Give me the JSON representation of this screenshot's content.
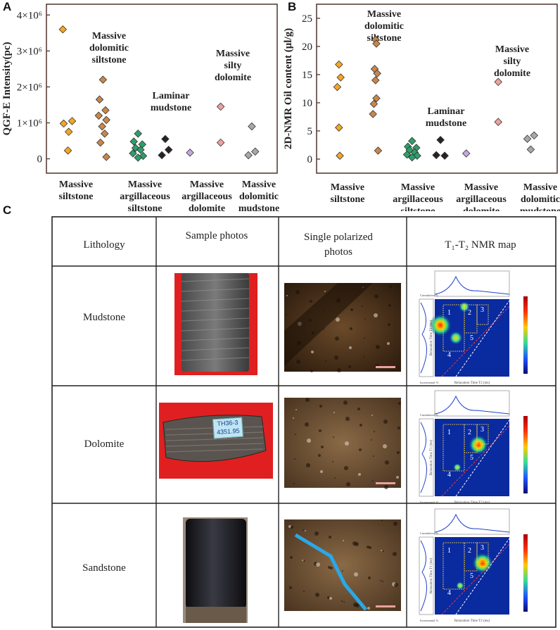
{
  "panel_letters": {
    "a": "A",
    "b": "B",
    "c": "C"
  },
  "chart_data": [
    {
      "type": "scatter",
      "panel": "A",
      "ylabel": "QGF-E Intensity(pc)",
      "ylim": [
        -400000,
        4300000
      ],
      "y_ticks": [
        0,
        1000000,
        2000000,
        3000000,
        4000000
      ],
      "y_tick_labels": [
        "0",
        "1×10⁶",
        "2×10⁶",
        "3×10⁶",
        "4×10⁶"
      ],
      "categories": [
        "Massive siltstone",
        "Massive dolomitic siltstone",
        "Massive argillaceous siltstone",
        "Laminar mudstone",
        "Massive argillaceous dolomite",
        "Massive silty dolomite",
        "Massive dolomitic mudstone"
      ],
      "category_labels": [
        [
          "Massive",
          "siltstone"
        ],
        [
          "Massive",
          "argillaceous",
          "siltstone"
        ],
        [
          "Massive",
          "argillaceous",
          "dolomite"
        ],
        [
          "Massive",
          "dolomitic",
          "mudstone"
        ]
      ],
      "annotations": [
        [
          "Massive",
          "dolomitic",
          "siltstone"
        ],
        [
          "Laminar",
          "mudstone"
        ],
        [
          "Massive",
          "silty",
          "dolomite"
        ]
      ],
      "series": [
        {
          "name": "Massive siltstone",
          "color": "#f5a623",
          "points": [
            [
              -0.12,
              3600000
            ],
            [
              0.1,
              1050000
            ],
            [
              -0.1,
              980000
            ],
            [
              0.02,
              750000
            ],
            [
              0.0,
              230000
            ]
          ]
        },
        {
          "name": "Massive dolomitic siltstone",
          "color": "#c8874a",
          "points": [
            [
              0.0,
              2200000
            ],
            [
              -0.08,
              1650000
            ],
            [
              0.06,
              1350000
            ],
            [
              -0.1,
              1200000
            ],
            [
              0.08,
              1080000
            ],
            [
              -0.02,
              900000
            ],
            [
              0.04,
              700000
            ],
            [
              -0.06,
              450000
            ],
            [
              0.08,
              50000
            ]
          ]
        },
        {
          "name": "Massive argillaceous siltstone",
          "color": "#2e9e6a",
          "points": [
            [
              0.0,
              700000
            ],
            [
              -0.1,
              480000
            ],
            [
              0.1,
              400000
            ],
            [
              -0.06,
              300000
            ],
            [
              0.06,
              250000
            ],
            [
              -0.12,
              150000
            ],
            [
              0.12,
              80000
            ],
            [
              0.0,
              30000
            ]
          ]
        },
        {
          "name": "Laminar mudstone",
          "color": "#2a2222",
          "points": [
            [
              0.0,
              550000
            ],
            [
              0.08,
              250000
            ],
            [
              -0.08,
              100000
            ]
          ]
        },
        {
          "name": "Massive argillaceous dolomite",
          "color": "#c4a8dc",
          "points": [
            [
              0.0,
              170000
            ]
          ]
        },
        {
          "name": "Massive silty dolomite",
          "color": "#f0a0a0",
          "points": [
            [
              0.0,
              1450000
            ],
            [
              0.0,
              450000
            ]
          ]
        },
        {
          "name": "Massive dolomitic mudstone",
          "color": "#a8a8a8",
          "points": [
            [
              0.0,
              900000
            ],
            [
              0.08,
              200000
            ],
            [
              -0.08,
              100000
            ]
          ]
        }
      ]
    },
    {
      "type": "scatter",
      "panel": "B",
      "ylabel": "2D-NMR Oil content (μl/g)",
      "ylim": [
        -2.5,
        27.5
      ],
      "y_ticks": [
        0,
        5,
        10,
        15,
        20,
        25
      ],
      "y_tick_labels": [
        "0",
        "5",
        "10",
        "15",
        "20",
        "25"
      ],
      "categories": [
        "Massive siltstone",
        "Massive dolomitic siltstone",
        "Massive argillaceous siltstone",
        "Laminar mudstone",
        "Massive argillaceous dolomite",
        "Massive silty dolomite",
        "Massive dolomitic mudstone"
      ],
      "category_labels": [
        [
          "Massive",
          "siltstone"
        ],
        [
          "Massive",
          "argillaceous",
          "siltstone"
        ],
        [
          "Massive",
          "argillaceous",
          "dolomite"
        ],
        [
          "Massive",
          "dolomitic",
          "mudstone"
        ]
      ],
      "annotations": [
        [
          "Massive",
          "dolomitic",
          "siltstone"
        ],
        [
          "Laminar",
          "mudstone"
        ],
        [
          "Massive",
          "silty",
          "dolomite"
        ]
      ],
      "series": [
        {
          "name": "Massive siltstone",
          "color": "#f5a623",
          "points": [
            [
              0.0,
              16.8
            ],
            [
              0.04,
              14.5
            ],
            [
              -0.04,
              12.8
            ],
            [
              0.0,
              5.6
            ],
            [
              0.02,
              0.6
            ]
          ]
        },
        {
          "name": "Massive dolomitic siltstone",
          "color": "#c8874a",
          "points": [
            [
              0.0,
              21.2
            ],
            [
              0.02,
              20.5
            ],
            [
              -0.02,
              16.0
            ],
            [
              0.04,
              15.2
            ],
            [
              0.0,
              14.0
            ],
            [
              0.02,
              10.8
            ],
            [
              -0.04,
              9.8
            ],
            [
              -0.06,
              8.0
            ],
            [
              0.06,
              1.5
            ]
          ]
        },
        {
          "name": "Massive argillaceous siltstone",
          "color": "#2e9e6a",
          "points": [
            [
              0.0,
              3.2
            ],
            [
              -0.1,
              2.2
            ],
            [
              0.1,
              2.0
            ],
            [
              -0.06,
              1.6
            ],
            [
              0.06,
              1.2
            ],
            [
              -0.12,
              0.8
            ],
            [
              0.12,
              0.6
            ],
            [
              0.0,
              0.3
            ]
          ]
        },
        {
          "name": "Laminar mudstone",
          "color": "#2a2222",
          "points": [
            [
              0.0,
              3.4
            ],
            [
              -0.1,
              0.7
            ],
            [
              0.1,
              0.6
            ]
          ]
        },
        {
          "name": "Massive argillaceous dolomite",
          "color": "#c4a8dc",
          "points": [
            [
              0.0,
              1.0
            ]
          ]
        },
        {
          "name": "Massive silty dolomite",
          "color": "#f0a0a0",
          "points": [
            [
              0.0,
              13.7
            ],
            [
              0.0,
              6.6
            ]
          ]
        },
        {
          "name": "Massive dolomitic mudstone",
          "color": "#a8a8a8",
          "points": [
            [
              0.08,
              4.2
            ],
            [
              -0.08,
              3.6
            ],
            [
              0.0,
              1.7
            ]
          ]
        }
      ]
    }
  ],
  "table": {
    "headers": [
      "Lithology",
      "Sample photos",
      "Single polarized photos",
      "T₁-T₂ NMR map"
    ],
    "rows": [
      {
        "lithology": "Mudstone"
      },
      {
        "lithology": "Dolomite",
        "sample_tag": [
          "TH36-3",
          "4351.95"
        ]
      },
      {
        "lithology": "Sandstone"
      }
    ],
    "nmr_region_labels": [
      "1",
      "2",
      "3",
      "4",
      "5"
    ],
    "nmr_axis_labels": {
      "x": "Relaxation Time T2 (ms)",
      "y": "Relaxation Time T1 (ms)",
      "cumulative": "Cumulative %",
      "incremental": "Incremental %"
    }
  }
}
